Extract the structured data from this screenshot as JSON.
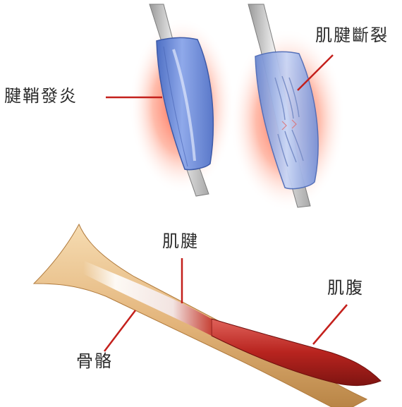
{
  "labels": {
    "tenosynovitis": "腱鞘發炎",
    "tendon_rupture": "肌腱斷裂",
    "tendon": "肌腱",
    "muscle_belly": "肌腹",
    "bone": "骨骼"
  },
  "colors": {
    "inflammation": "#ff5a3c",
    "sheath": "#6f8fd8",
    "sheath_light": "#a9bff0",
    "tendon": "#e9e9e9",
    "muscle": "#c2302c",
    "bone": "#e8c28e",
    "leader": "#c4201c"
  }
}
